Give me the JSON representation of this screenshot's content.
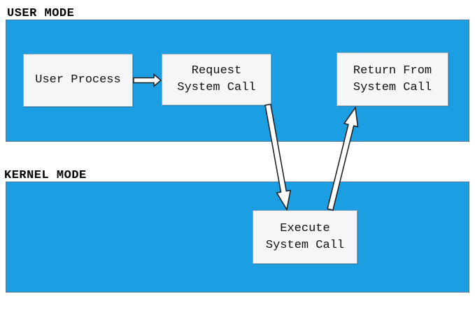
{
  "sections": {
    "user_mode": "USER MODE",
    "kernel_mode": "KERNEL MODE"
  },
  "nodes": {
    "user_process": "User Process",
    "request_system_call": "Request\nSystem Call",
    "execute_system_call": "Execute\nSystem Call",
    "return_from_system_call": "Return From\nSystem Call"
  },
  "colors": {
    "panel": "#1c9fe2",
    "box": "#f4f6f8",
    "arrow_fill": "#ffffff",
    "arrow_stroke": "#222222"
  }
}
